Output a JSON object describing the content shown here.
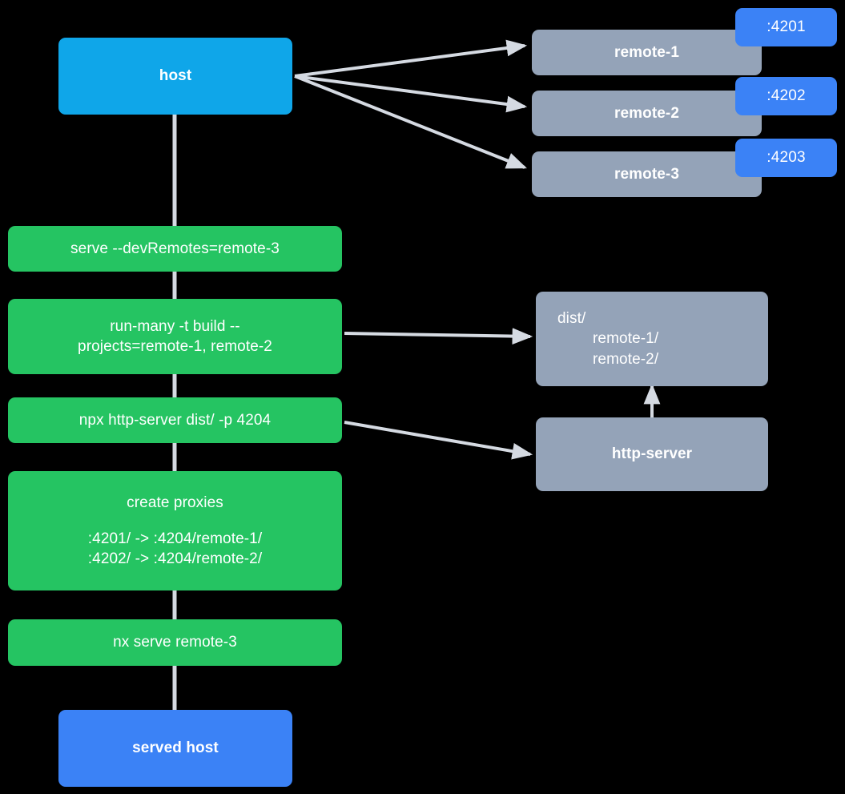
{
  "diagram": {
    "title": "nx module federation host and remotes dev serve flow",
    "colors": {
      "background": "#000000",
      "host": "#0fa6e9",
      "served_host": "#3b82f6",
      "remote": "#94a3b8",
      "command": "#25c462",
      "badge": "#3b82f6",
      "edge": "#d5dae2",
      "text": "#ffffff"
    },
    "nodes": {
      "host": {
        "label": "host"
      },
      "served_host": {
        "label": "served host"
      },
      "remote_1": {
        "label": "remote-1",
        "port_badge": ":4201"
      },
      "remote_2": {
        "label": "remote-2",
        "port_badge": ":4202"
      },
      "remote_3": {
        "label": "remote-3",
        "port_badge": ":4203"
      },
      "serve_cmd": {
        "label": "serve --devRemotes=remote-3"
      },
      "run_many_cmd": {
        "line_1": "run-many -t build --",
        "line_2": "projects=remote-1, remote-2"
      },
      "http_server_cmd": {
        "label": "npx http-server dist/ -p 4204"
      },
      "create_proxies": {
        "title": "create proxies",
        "mapping_1": ":4201/ -> :4204/remote-1/",
        "mapping_2": ":4202/ -> :4204/remote-2/"
      },
      "nx_serve_cmd": {
        "label": "nx serve remote-3"
      },
      "dist_artifact": {
        "line_1": "dist/",
        "line_2": "remote-1/",
        "line_3": "remote-2/"
      },
      "http_server_process": {
        "label": "http-server"
      }
    },
    "edges": [
      {
        "from": "host",
        "to": "remote-1",
        "style": "arrow"
      },
      {
        "from": "host",
        "to": "remote-2",
        "style": "arrow"
      },
      {
        "from": "host",
        "to": "remote-3",
        "style": "arrow"
      },
      {
        "from": "host",
        "to": "serve-cmd",
        "style": "line"
      },
      {
        "from": "serve-cmd",
        "to": "run-many-cmd",
        "style": "line"
      },
      {
        "from": "run-many-cmd",
        "to": "dist-artifact",
        "style": "arrow"
      },
      {
        "from": "run-many-cmd",
        "to": "http-server-cmd",
        "style": "line"
      },
      {
        "from": "http-server-cmd",
        "to": "http-server-process",
        "style": "arrow"
      },
      {
        "from": "http-server-process",
        "to": "dist-artifact",
        "style": "arrow"
      },
      {
        "from": "http-server-cmd",
        "to": "create-proxies",
        "style": "line"
      },
      {
        "from": "create-proxies",
        "to": "nx-serve-cmd",
        "style": "line"
      },
      {
        "from": "nx-serve-cmd",
        "to": "served-host",
        "style": "line"
      }
    ]
  }
}
